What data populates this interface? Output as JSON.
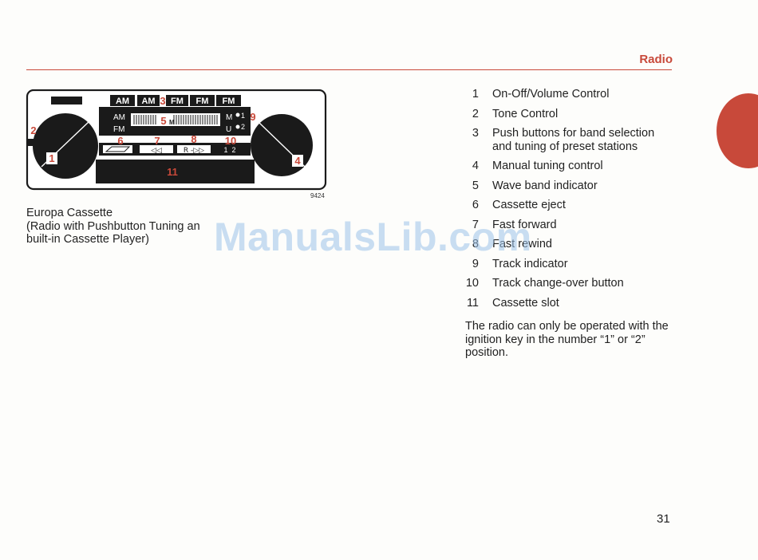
{
  "header": {
    "section": "Radio"
  },
  "figure": {
    "band_buttons": [
      "AM",
      "AM",
      "FM",
      "FM",
      "FM"
    ],
    "dial_labels": {
      "am": "AM",
      "fm": "FM",
      "m": "M",
      "u": "U",
      "center_m": "M",
      "track1": "1",
      "track2": "2"
    },
    "control_labels": {
      "rewind": "◁◁",
      "fast_forward": "R -▷▷",
      "track": "1  2"
    },
    "callouts": [
      "1",
      "2",
      "3",
      "4",
      "5",
      "6",
      "7",
      "8",
      "9",
      "10",
      "11"
    ],
    "number": "9424"
  },
  "caption": {
    "line1": "Europa Cassette",
    "line2": "(Radio with Pushbutton Tuning an",
    "line3": "built-in Cassette Player)"
  },
  "legend": [
    {
      "num": "1",
      "text": "On-Off/Volume Control"
    },
    {
      "num": "2",
      "text": "Tone Control"
    },
    {
      "num": "3",
      "text": "Push buttons for band selection and tuning of preset stations"
    },
    {
      "num": "4",
      "text": "Manual tuning control"
    },
    {
      "num": "5",
      "text": "Wave band indicator"
    },
    {
      "num": "6",
      "text": "Cassette eject"
    },
    {
      "num": "7",
      "text": "Fast forward"
    },
    {
      "num": "8",
      "text": "Fast rewind"
    },
    {
      "num": "9",
      "text": "Track indicator"
    },
    {
      "num": "10",
      "text": "Track change-over button"
    },
    {
      "num": "11",
      "text": "Cassette slot"
    }
  ],
  "note": "The radio can only be operated with the ignition key in the number “1” or “2” position.",
  "page_number": "31",
  "watermark": "ManualsLib.com",
  "colors": {
    "accent": "#c8493a",
    "panel": "#1a1a1a",
    "watermark": "#9ec4ea"
  }
}
